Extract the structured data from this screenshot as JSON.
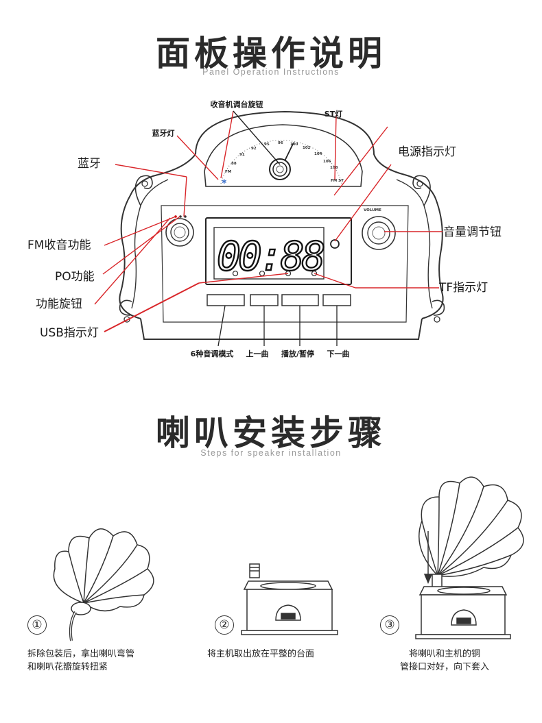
{
  "section1": {
    "title": "面板操作说明",
    "subtitle": "Panel Operation Instructions"
  },
  "panel": {
    "display_digits": "00:88",
    "scale_numbers": [
      "FM",
      "88",
      "91",
      "92",
      "95",
      "96",
      "100",
      "102",
      "104",
      "106",
      "108",
      "FM ST"
    ],
    "volume_small": "VOLUME",
    "labels": {
      "tuning_knob": "收音机调台旋钮",
      "st_light": "ST灯",
      "bluetooth_light": "蓝牙灯",
      "bluetooth": "蓝牙",
      "power_light": "电源指示灯",
      "volume_knob": "音量调节钮",
      "fm_function": "FM收音功能",
      "po_function": "PO功能",
      "function_knob": "功能旋钮",
      "usb_light": "USB指示灯",
      "tf_light": "TF指示灯"
    },
    "buttons": [
      "6种音调模式",
      "上一曲",
      "播放/暂停",
      "下一曲"
    ]
  },
  "section2": {
    "title": "喇叭安装步骤",
    "subtitle": "Steps for speaker installation"
  },
  "steps": [
    {
      "num": "①",
      "line1": "拆除包装后，拿出喇叭弯管",
      "line2": "和喇叭花瓣旋转扭紧"
    },
    {
      "num": "②",
      "line1": "将主机取出放在平整的台面",
      "line2": ""
    },
    {
      "num": "③",
      "line1": "将喇叭和主机的铜",
      "line2": "管接口对好，向下套入"
    }
  ]
}
